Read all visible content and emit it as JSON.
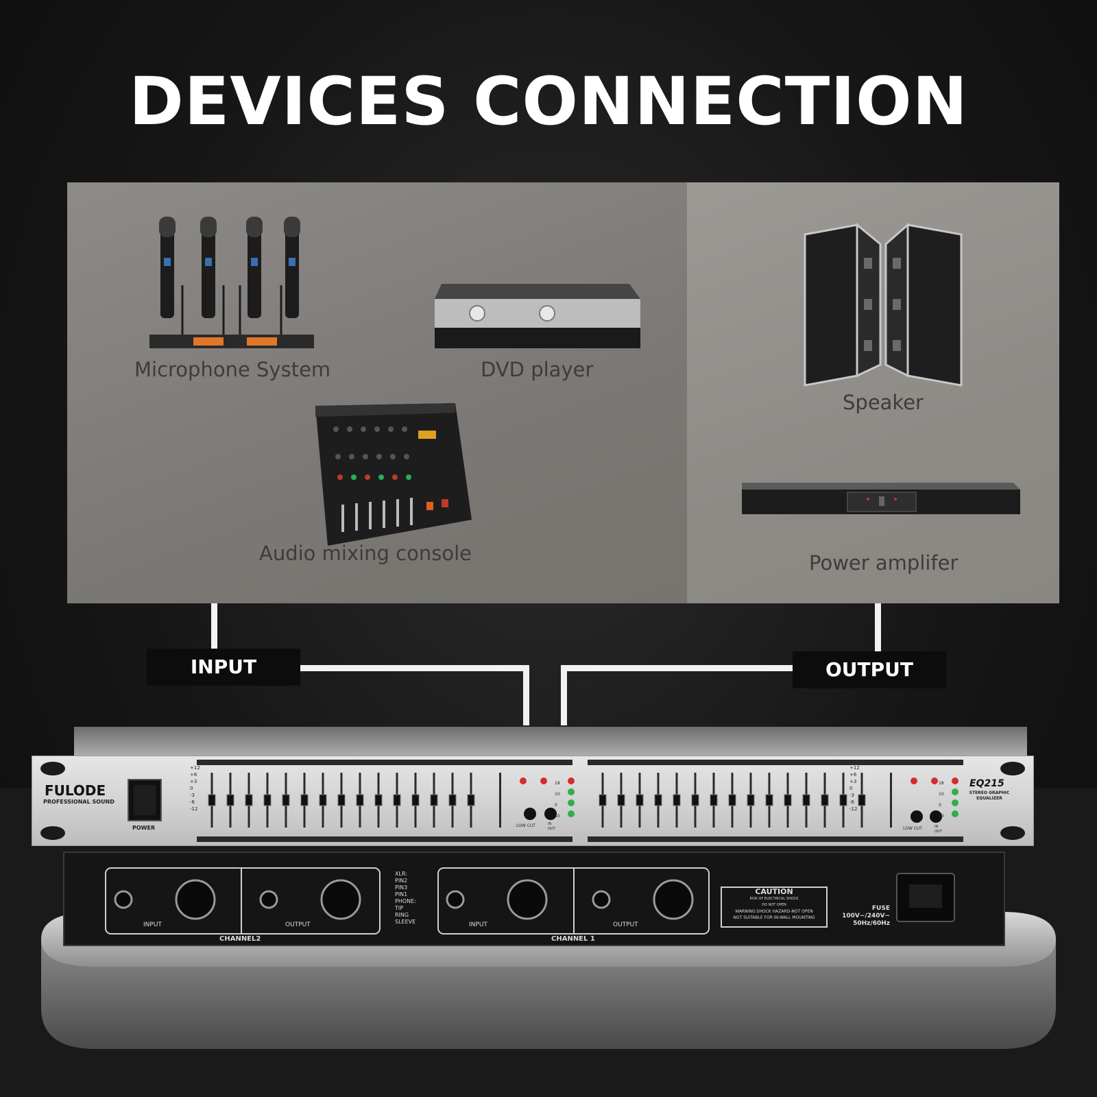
{
  "title": "DEVICES CONNECTION",
  "input_devices": {
    "microphone": "Microphone System",
    "dvd": "DVD player",
    "mixer": "Audio mixing  console"
  },
  "output_devices": {
    "speaker": "Speaker",
    "amplifier": "Power amplifer"
  },
  "tags": {
    "input": "INPUT",
    "output": "OUTPUT"
  },
  "equalizer_front": {
    "brand": "FULODE",
    "brand_sub": "PROFESSIONAL SOUND",
    "power": "POWER",
    "model": "EQ215",
    "model_sub_1": "STEREO GRAPHIC",
    "model_sub_2": "EQUALIZER",
    "scale": [
      "+12",
      "+6",
      "+3",
      "0",
      "-3",
      "-6",
      "-12"
    ],
    "meter": [
      "18",
      "10",
      "0",
      "10"
    ],
    "low_cut": "LOW CUT",
    "in": "IN",
    "out": "OUT"
  },
  "equalizer_rear": {
    "input": "INPUT",
    "output": "OUTPUT",
    "channel2": "CHANNEL2",
    "channel1": "CHANNEL 1",
    "xlr": "XLR:",
    "xlr_pins": [
      "PIN2",
      "PIN3",
      "PIN1"
    ],
    "phone": "PHONE:",
    "phone_pins": [
      "TIP",
      "RING",
      "SLEEVE"
    ],
    "caution": "CAUTION",
    "caution_1": "RISK OF ELECTRICAL SHOCK",
    "caution_2": "DO NOT OPEN",
    "warning_1": "WARNING:SHOCK HAZARD-NOT OPEN",
    "warning_2": "NOT SUITABLE FOR IN-WALL MOUNTING",
    "fuse": "FUSE",
    "voltage": "100V~/240V~",
    "freq": "50Hz/60Hz"
  }
}
